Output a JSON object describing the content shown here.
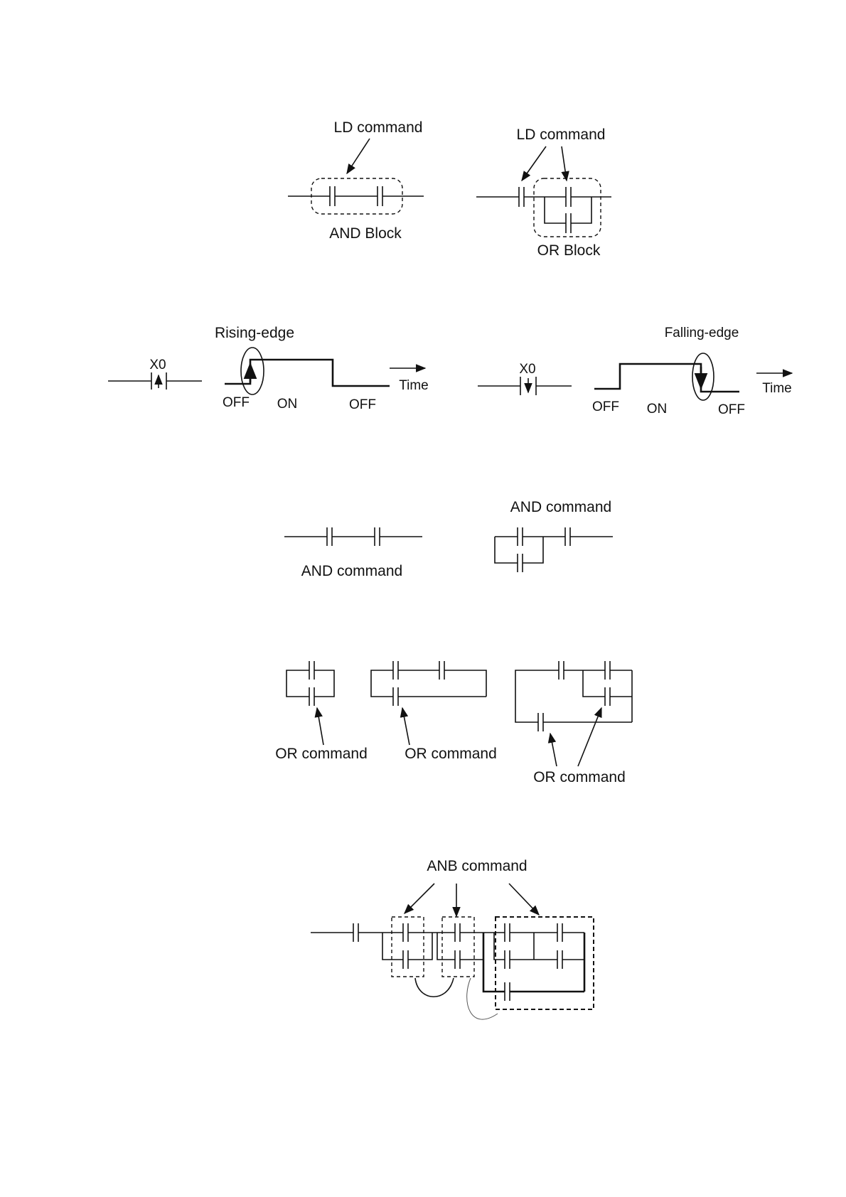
{
  "colors": {
    "ink": "#111111",
    "background": "#ffffff"
  },
  "section1": {
    "left_top_label": "LD command",
    "left_bottom_label": "AND Block",
    "right_top_label": "LD command",
    "right_bottom_label": "OR Block"
  },
  "section2": {
    "rising_title": "Rising-edge",
    "rising_contact": "X0",
    "rising_states": [
      "OFF",
      "ON",
      "OFF"
    ],
    "rising_axis": "Time",
    "falling_title": "Falling-edge",
    "falling_contact": "X0",
    "falling_states": [
      "OFF",
      "ON",
      "OFF"
    ],
    "falling_axis": "Time"
  },
  "section3": {
    "left_label": "AND command",
    "right_label": "AND command"
  },
  "section4": {
    "label_1": "OR command",
    "label_2": "OR command",
    "label_3": "OR command"
  },
  "section5": {
    "label": "ANB command"
  }
}
